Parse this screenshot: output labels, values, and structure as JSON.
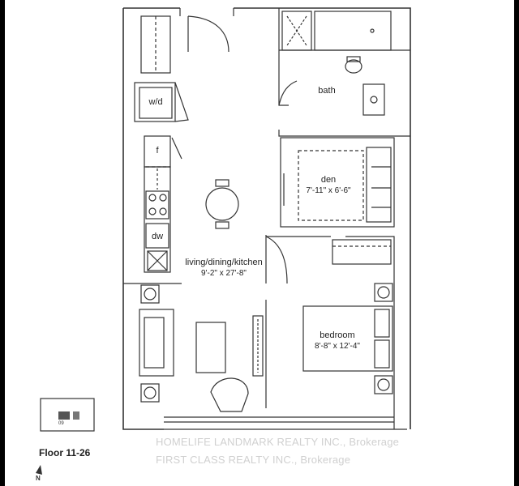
{
  "rooms": {
    "bath": "bath",
    "den": "den",
    "den_dim": "7'-11\" x 6'-6\"",
    "living": "living/dining/kitchen",
    "living_dim": "9'-2\" x 27'-8\"",
    "bedroom": "bedroom",
    "bedroom_dim": "8'-8\" x 12'-4\""
  },
  "appliances": {
    "washer_dryer": "w/d",
    "fridge": "f",
    "dishwasher": "dw"
  },
  "key_plan": {
    "unit_number": "09",
    "north_label": "N"
  },
  "floor_label": "Floor 11-26",
  "watermarks": {
    "line1": "HOMELIFE LANDMARK REALTY INC., Brokerage",
    "line2": "FIRST CLASS REALTY INC., Brokerage"
  }
}
